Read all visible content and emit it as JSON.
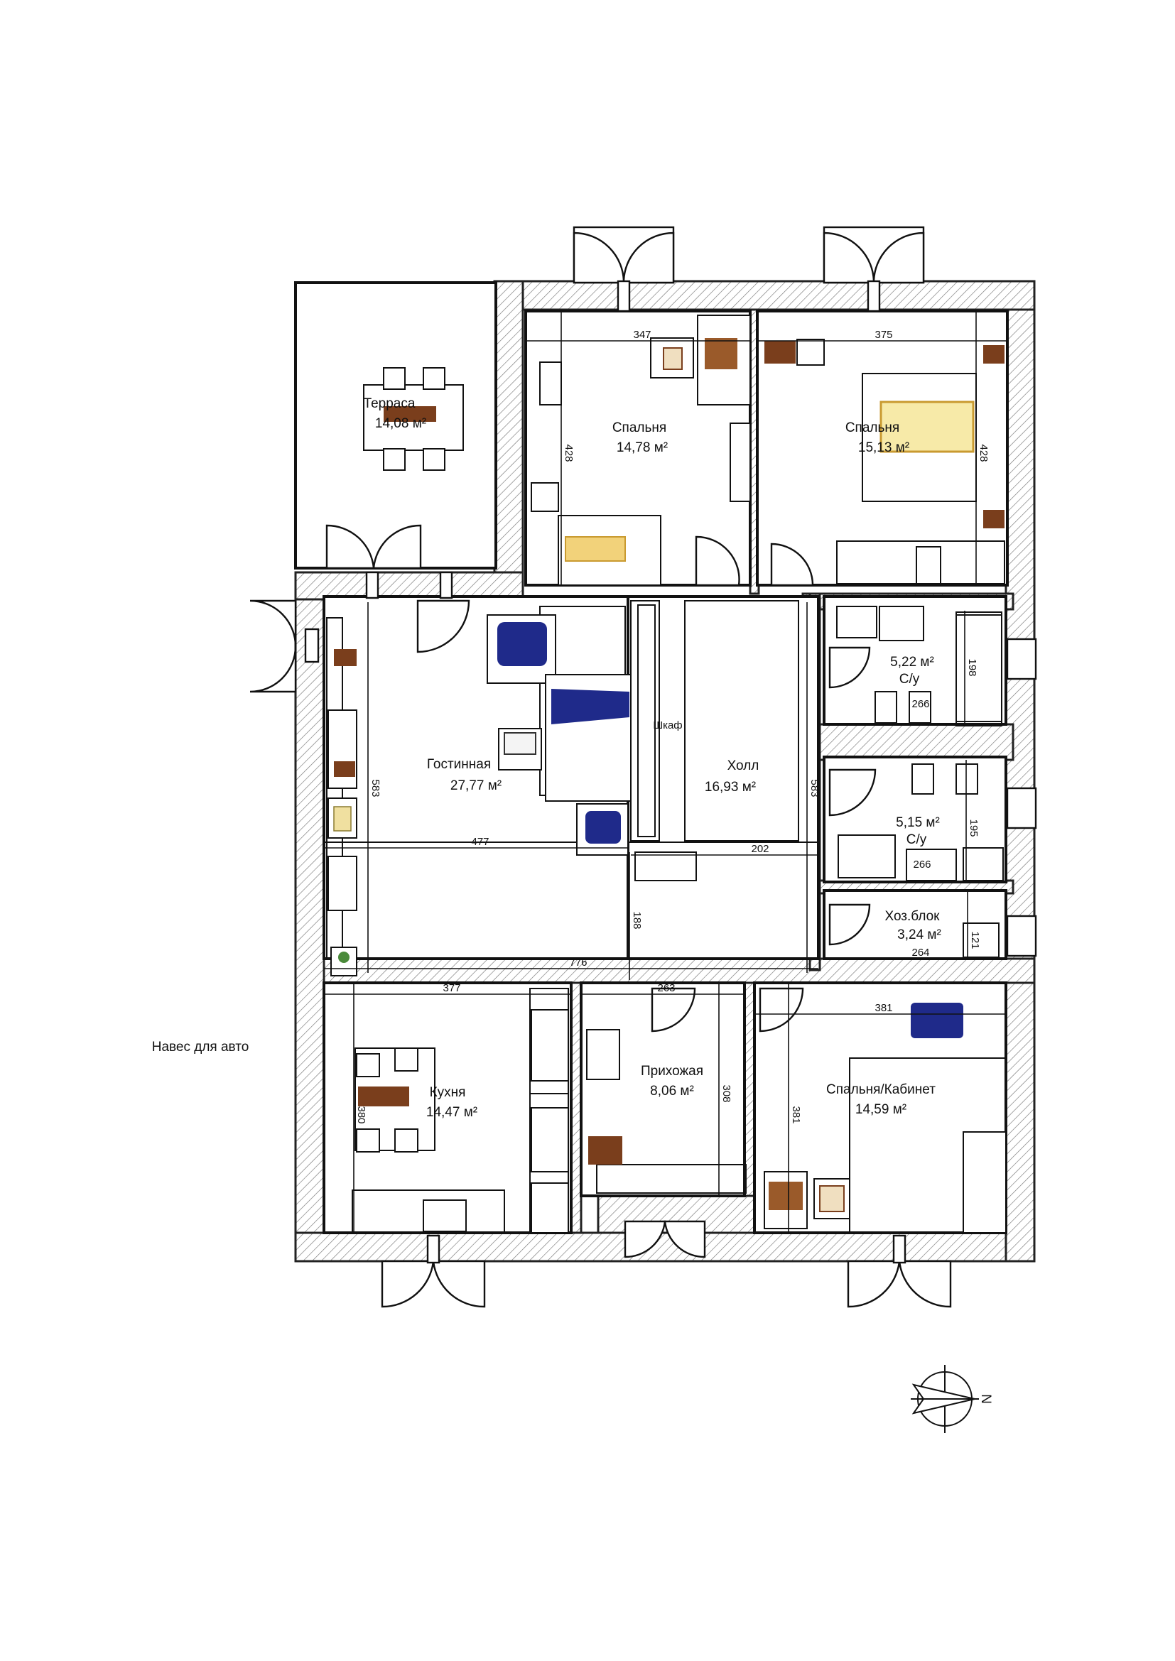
{
  "rooms": {
    "terrace": {
      "name": "Терраса",
      "area": "14,08 м²"
    },
    "bedroom1": {
      "name": "Спальня",
      "area": "14,78 м²"
    },
    "bedroom2": {
      "name": "Спальня",
      "area": "15,13 м²"
    },
    "living": {
      "name": "Гостинная",
      "area": "27,77 м²"
    },
    "hall": {
      "name": "Холл",
      "area": "16,93 м²",
      "closet": "Шкаф"
    },
    "wc1": {
      "name": "С/у",
      "area": "5,22 м²"
    },
    "wc2": {
      "name": "С/у",
      "area": "5,15 м²"
    },
    "utility": {
      "name": "Хоз.блок",
      "area": "3,24 м²"
    },
    "kitchen": {
      "name": "Кухня",
      "area": "14,47 м²"
    },
    "entrance": {
      "name": "Прихожая",
      "area": "8,06 м²"
    },
    "office": {
      "name": "Спальня/Кабинет",
      "area": "14,59 м²"
    }
  },
  "dimensions": {
    "bedroom1_w": "347",
    "bedroom1_h": "428",
    "bedroom2_w": "375",
    "bedroom2_h": "428",
    "living_h": "583",
    "living_w": "477",
    "hall_h": "583",
    "hall_w": "202",
    "total_w": "776",
    "corridor": "188",
    "wc1_h": "198",
    "wc1_w": "266",
    "wc2_h": "195",
    "wc2_w": "266",
    "utility_h": "121",
    "utility_w": "264",
    "kitchen_w": "377",
    "kitchen_h": "380",
    "entrance_w": "263",
    "entrance_h": "308",
    "office_w": "381",
    "office_h": "381"
  },
  "carport_label": "Навес для авто",
  "compass_letter": "N",
  "colors": {
    "sofa": "#1f2a8a",
    "bed": "#f2d27a",
    "wood": "#7a3e1c",
    "wall_hatch": "#555555"
  },
  "icons": [
    "double-door-icon",
    "sofa-icon",
    "armchair-icon",
    "bed-icon",
    "table-icon",
    "chair-icon",
    "toilet-icon",
    "sink-icon",
    "bathtub-icon",
    "plant-icon",
    "compass-icon"
  ]
}
